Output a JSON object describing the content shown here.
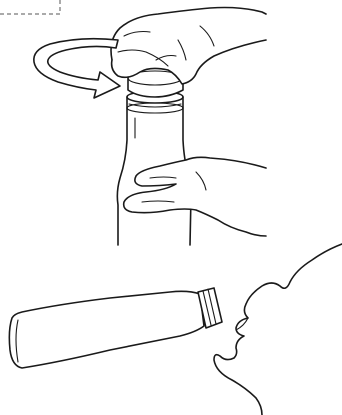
{
  "diagram": {
    "panels": [
      {
        "id": "open-cap",
        "description_visible_text": ""
      },
      {
        "id": "drink",
        "description_visible_text": ""
      }
    ],
    "colors": {
      "ink": "#1a1a1a",
      "background": "#ffffff",
      "arrow_fill": "#ffffff"
    },
    "icons": [
      "rotate-counterclockwise-arrow"
    ]
  }
}
